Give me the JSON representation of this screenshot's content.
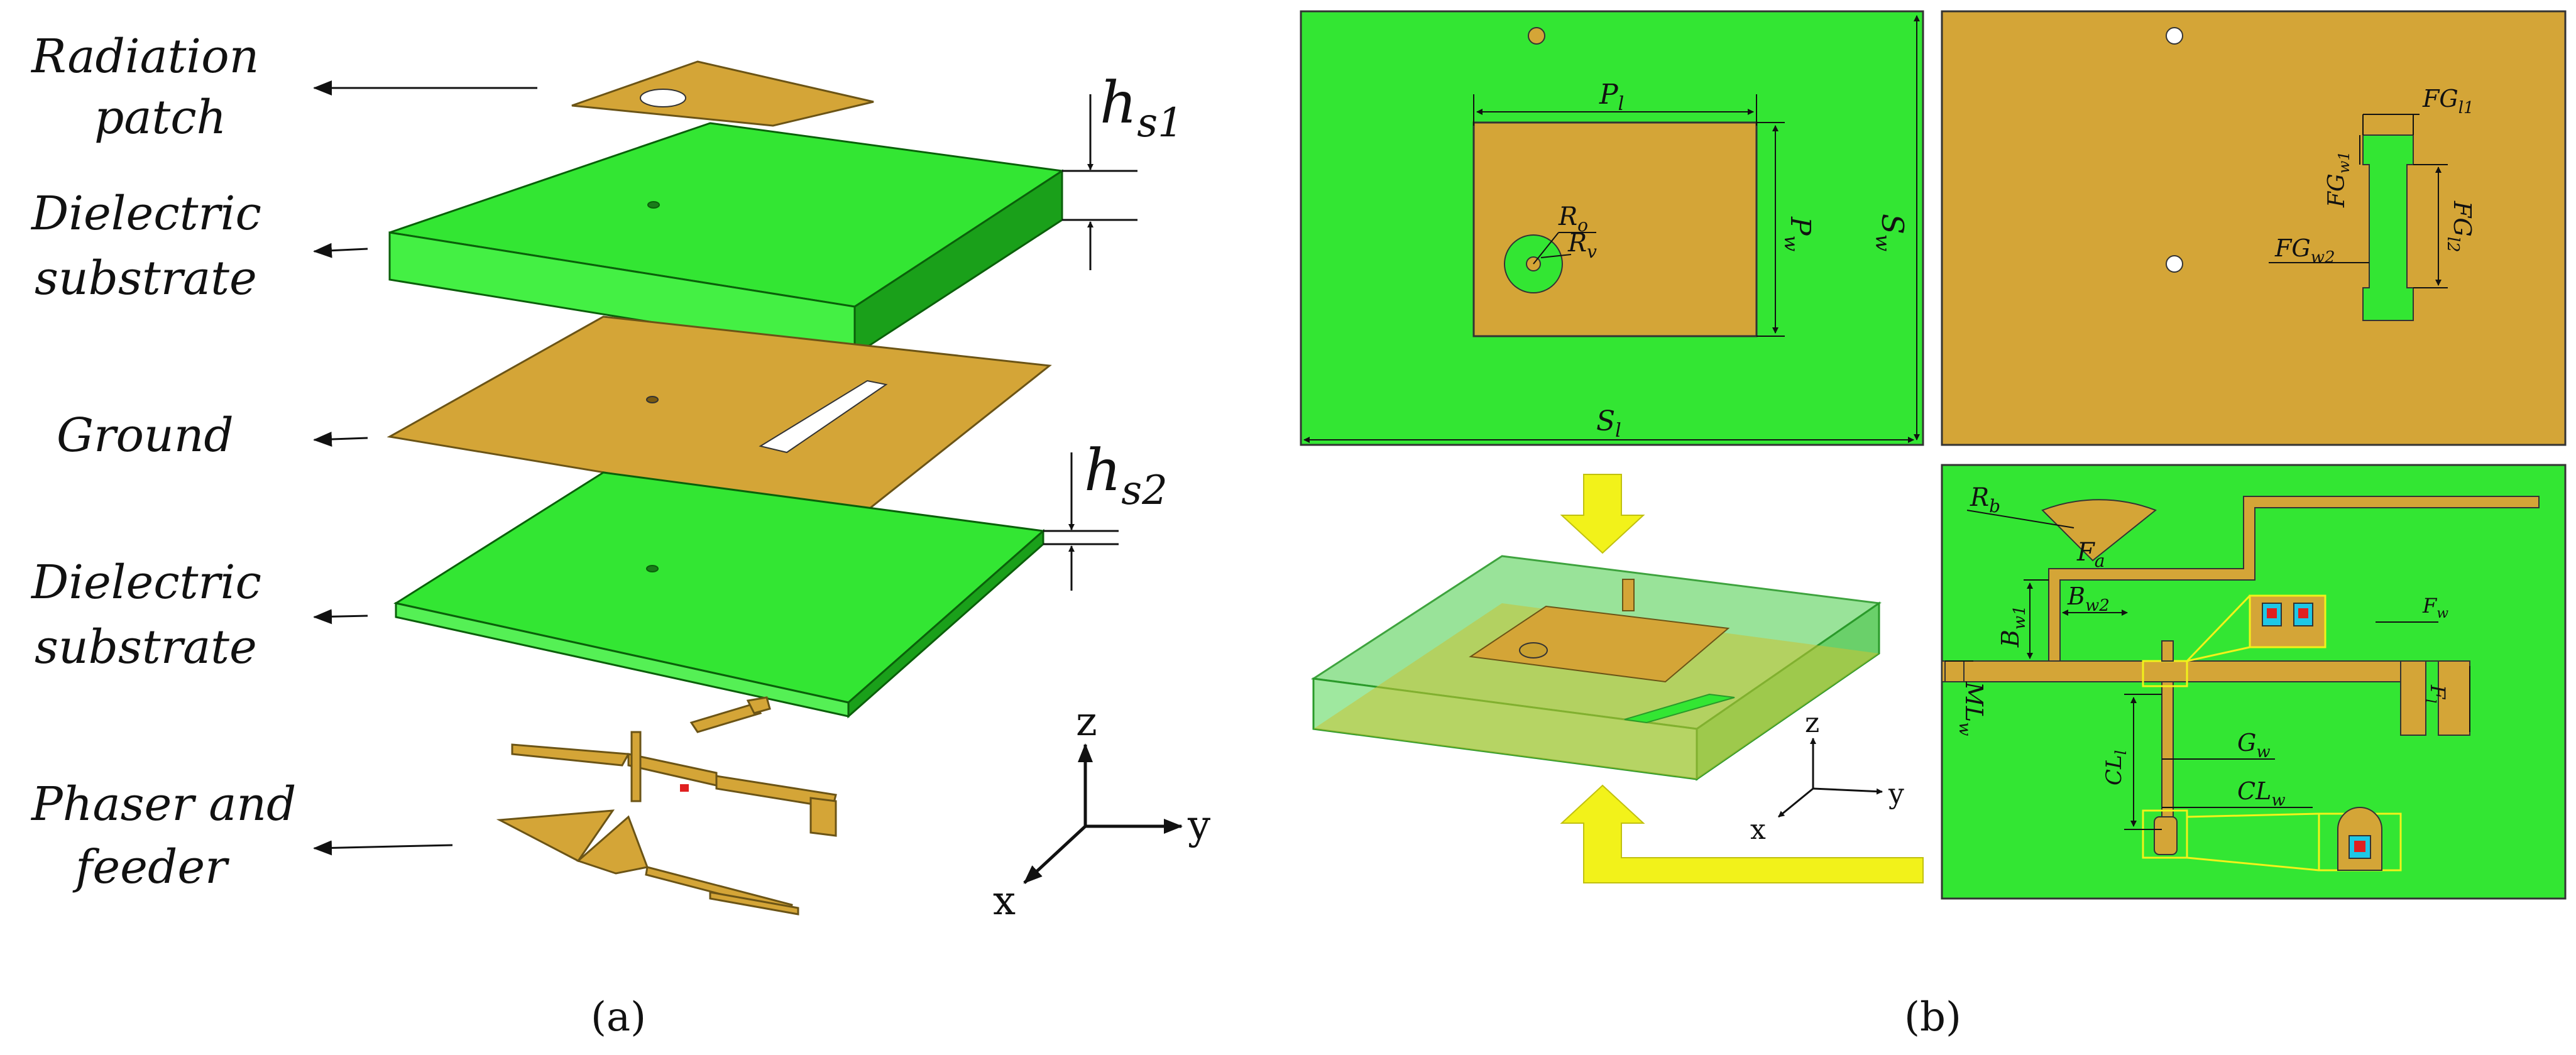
{
  "colors": {
    "gold": "#D4A537",
    "gold_dark": "#B8892A",
    "green": "#33E633",
    "green_side": "#22C022",
    "green_dark": "#1AA01A",
    "yellow_arrow": "#F2F21A",
    "cyan": "#1EC8E6",
    "red": "#E02020"
  },
  "icons": [
    "arrow-left-icon",
    "yellow-arrow-icon",
    "axis-triad-icon"
  ],
  "panel_a": {
    "layers": [
      {
        "label_line1": "Radiation",
        "label_line2": "patch"
      },
      {
        "label_line1": "Dielectric",
        "label_line2": "substrate"
      },
      {
        "label_line1": "Ground",
        "label_line2": ""
      },
      {
        "label_line1": "Dielectric",
        "label_line2": "substrate"
      },
      {
        "label_line1": "Phaser and",
        "label_line2": "feeder"
      }
    ],
    "dims": {
      "hs1_main": "h",
      "hs1_sub": "s1",
      "hs2_main": "h",
      "hs2_sub": "s2"
    },
    "axes": {
      "z": "z",
      "y": "y",
      "x": "x"
    },
    "caption": "(a)"
  },
  "panel_b": {
    "top_left": {
      "Pl": "P",
      "Pl_sub": "l",
      "Pw": "P",
      "Pw_sub": "w",
      "Sw": "S",
      "Sw_sub": "w",
      "Sl": "S",
      "Sl_sub": "l",
      "Ro": "R",
      "Ro_sub": "o",
      "Rv": "R",
      "Rv_sub": "v"
    },
    "top_right": {
      "FGl1": "FG",
      "FGl1_sub": "l1",
      "FGw1": "FG",
      "FGw1_sub": "w1",
      "FGw2": "FG",
      "FGw2_sub": "w2",
      "FGl2": "FG",
      "FGl2_sub": "l2"
    },
    "bottom_right": {
      "Rb": "R",
      "Rb_sub": "b",
      "Fa": "F",
      "Fa_sub": "a",
      "Bw1": "B",
      "Bw1_sub": "w1",
      "Bw2": "B",
      "Bw2_sub": "w2",
      "Fw": "F",
      "Fw_sub": "w",
      "Fl": "F",
      "Fl_sub": "l",
      "MLw": "ML",
      "MLw_sub": "w",
      "CLl": "CL",
      "CLl_sub": "l",
      "Gw": "G",
      "Gw_sub": "w",
      "CLw": "CL",
      "CLw_sub": "w"
    },
    "axes": {
      "z": "z",
      "y": "y",
      "x": "x"
    },
    "caption": "(b)"
  }
}
